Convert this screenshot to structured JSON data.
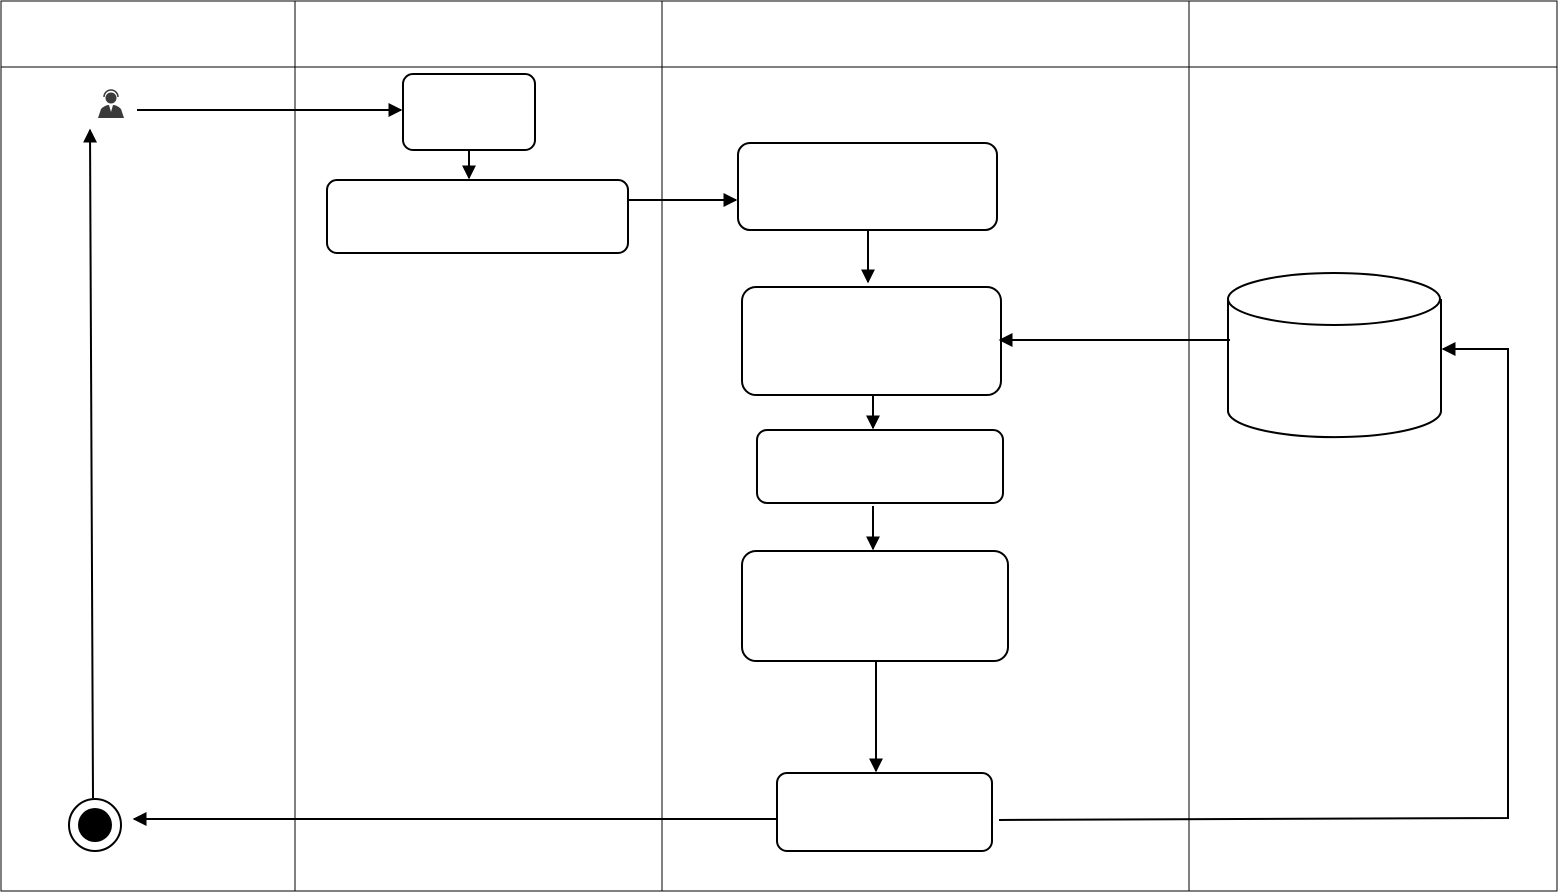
{
  "diagram": {
    "lanes": [
      {
        "id": "lane-1",
        "title": ""
      },
      {
        "id": "lane-2",
        "title": ""
      },
      {
        "id": "lane-3",
        "title": ""
      },
      {
        "id": "lane-4",
        "title": ""
      }
    ],
    "nodes": [
      {
        "id": "actor",
        "kind": "actor",
        "icon": "user-icon",
        "label": ""
      },
      {
        "id": "box-1",
        "kind": "activity",
        "label": ""
      },
      {
        "id": "box-2",
        "kind": "activity",
        "label": ""
      },
      {
        "id": "box-3",
        "kind": "activity",
        "label": ""
      },
      {
        "id": "box-4",
        "kind": "activity",
        "label": ""
      },
      {
        "id": "box-5",
        "kind": "activity",
        "label": ""
      },
      {
        "id": "box-6",
        "kind": "activity",
        "label": ""
      },
      {
        "id": "box-7",
        "kind": "activity",
        "label": ""
      },
      {
        "id": "database",
        "kind": "datastore",
        "label": ""
      },
      {
        "id": "end",
        "kind": "final-node",
        "label": ""
      }
    ],
    "edges": [
      {
        "from": "actor",
        "to": "box-1"
      },
      {
        "from": "box-1",
        "to": "box-2"
      },
      {
        "from": "box-2",
        "to": "box-3"
      },
      {
        "from": "box-3",
        "to": "box-4"
      },
      {
        "from": "database",
        "to": "box-4"
      },
      {
        "from": "box-4",
        "to": "box-5"
      },
      {
        "from": "box-5",
        "to": "box-6"
      },
      {
        "from": "box-6",
        "to": "box-7"
      },
      {
        "from": "box-7",
        "to": "end"
      },
      {
        "from": "box-7",
        "to": "database"
      },
      {
        "from": "end",
        "to": "actor"
      }
    ],
    "colors": {
      "stroke": "#000000",
      "fill": "#ffffff"
    }
  }
}
